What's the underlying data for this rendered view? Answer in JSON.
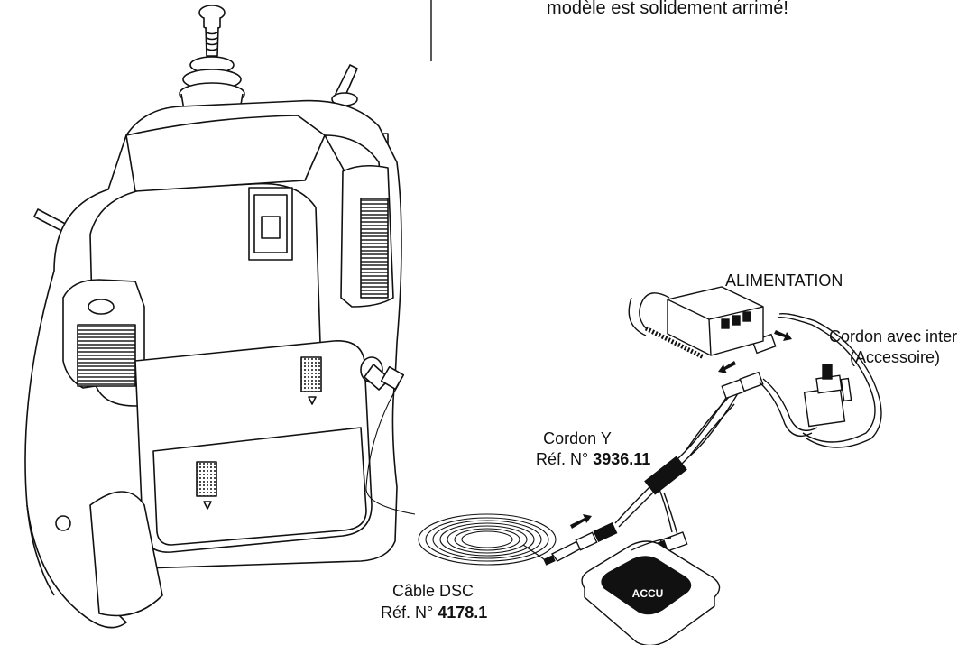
{
  "header_text": {
    "line1": "Vérifiez toujours que le modèle est solidement arrimé!",
    "line1_visible": "...",
    "line2": "modèle est solidement arrimé!"
  },
  "labels": {
    "alimentation": "ALIMENTATION",
    "switch_cord_1": "Cordon avec inter",
    "switch_cord_2": "(Accessoire)",
    "y_cord": "Cordon Y",
    "y_cord_ref_prefix": "Réf. N°",
    "y_cord_ref": "3936.11",
    "dsc_cable": "Câble DSC",
    "dsc_ref_prefix": "Réf. N°",
    "dsc_ref": "4178.1",
    "accu": "ACCU"
  },
  "colors": {
    "line": "#111111",
    "background": "#ffffff",
    "dark_fill": "#1a1a1a"
  }
}
